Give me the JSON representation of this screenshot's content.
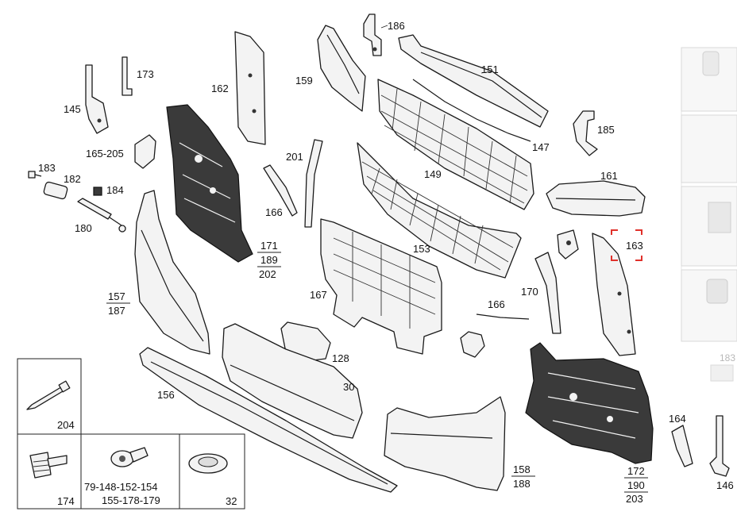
{
  "labels": {
    "l186": "186",
    "l173": "173",
    "l162": "162",
    "l159": "159",
    "l151": "151",
    "l145": "145",
    "l185": "185",
    "l147": "147",
    "l165_205": "165-205",
    "l201": "201",
    "l183": "183",
    "l182": "182",
    "l184": "184",
    "l149": "149",
    "l161": "161",
    "l166a": "166",
    "l180": "180",
    "l163": "163",
    "l171": "171",
    "l189": "189",
    "l202": "202",
    "l153": "153",
    "l157": "157",
    "l187": "187",
    "l170": "170",
    "l167": "167",
    "l166b": "166",
    "l128": "128",
    "l156": "156",
    "l30": "30",
    "l204": "204",
    "l164": "164",
    "l158": "158",
    "l188": "188",
    "l172": "172",
    "l190": "190",
    "l203": "203",
    "l146": "146",
    "l174": "174",
    "l79_154": "79-148-152-154",
    "l155_179": "155-178-179",
    "l32": "32",
    "ghost183": "183"
  },
  "colors": {
    "highlight": "#e0312b",
    "ink": "#1a1a1a"
  }
}
